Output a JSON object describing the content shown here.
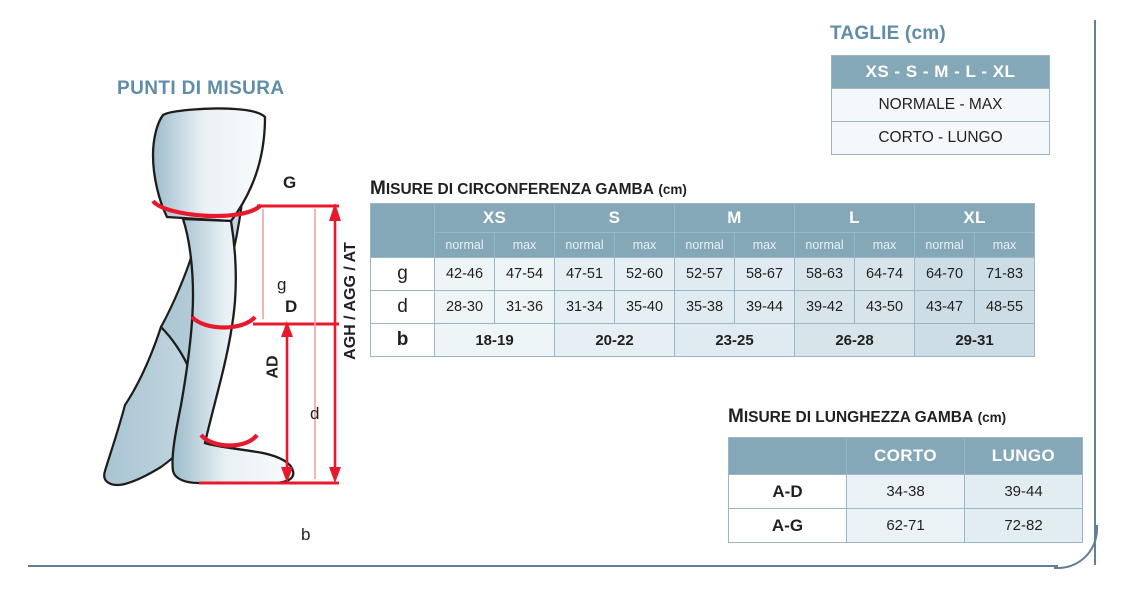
{
  "headings": {
    "punti_di_misura": "PUNTI DI MISURA",
    "taglie": "TAGLIE (cm)",
    "circonferenza": {
      "cap": "M",
      "rest": "ISURE DI CIRCONFERENZA GAMBA",
      "unit": "(cm)"
    },
    "lunghezza": {
      "cap": "M",
      "rest": "ISURE DI LUNGHEZZA GAMBA",
      "unit": "(cm)"
    }
  },
  "colors": {
    "header_blue": "#84a8b8",
    "accent_text": "#5f8da8",
    "frame": "#5f8097",
    "measure_red": "#e8192c",
    "leg_fill": "#b9cfdb"
  },
  "taglie_table": {
    "header": "XS - S - M - L - XL",
    "rows": [
      "NORMALE - MAX",
      "CORTO - LUNGO"
    ]
  },
  "diagram": {
    "point_labels": [
      "g",
      "d",
      "b"
    ],
    "markers": [
      "G",
      "D"
    ],
    "vertical_labels": [
      "AD",
      "AGH / AGG / AT"
    ]
  },
  "circumference_table": {
    "sizes": [
      "XS",
      "S",
      "M",
      "L",
      "XL"
    ],
    "subheaders": [
      "normal",
      "max"
    ],
    "rows": [
      {
        "label": "g",
        "bold": false,
        "values": [
          "42-46",
          "47-54",
          "47-51",
          "52-60",
          "52-57",
          "58-67",
          "58-63",
          "64-74",
          "64-70",
          "71-83"
        ]
      },
      {
        "label": "d",
        "bold": false,
        "values": [
          "28-30",
          "31-36",
          "31-34",
          "35-40",
          "35-38",
          "39-44",
          "39-42",
          "43-50",
          "43-47",
          "48-55"
        ]
      },
      {
        "label": "b",
        "bold": true,
        "merged": true,
        "values": [
          "18-19",
          "20-22",
          "23-25",
          "26-28",
          "29-31"
        ]
      }
    ]
  },
  "length_table": {
    "headers": [
      "CORTO",
      "LUNGO"
    ],
    "rows": [
      {
        "label": "A-D",
        "values": [
          "34-38",
          "39-44"
        ]
      },
      {
        "label": "A-G",
        "values": [
          "62-71",
          "72-82"
        ]
      }
    ]
  }
}
